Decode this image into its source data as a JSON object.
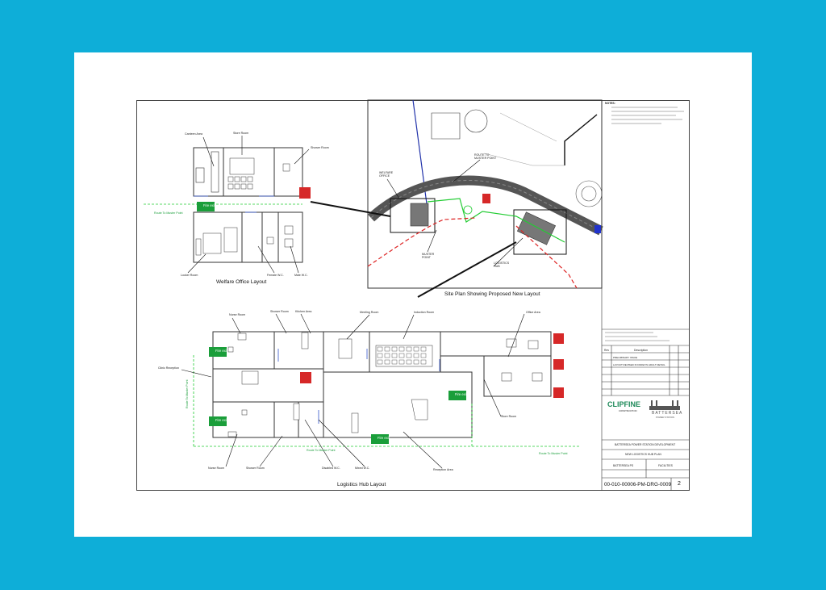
{
  "labels": {
    "canteen": "Canteen Area",
    "store_room_w": "Store Room",
    "shower_room_w": "Shower Room",
    "locker_room": "Locker Room",
    "female_wc": "Female W.C.",
    "male_wc": "Male W.C.",
    "route_muster_w": "Route To Muster Point",
    "nurse_room_top": "Nurse Room",
    "shower_room_top": "Shower Room",
    "kitchen_area": "Kitchen Area",
    "meeting_room": "Meeting Room",
    "induction_room": "Induction Room",
    "office_area": "Office Area",
    "clinic_reception": "Clinic Reception",
    "store_room_l": "Store Room",
    "nurse_room_bot": "Nurse Room",
    "shower_room_bot": "Shower Room",
    "disabled_wc": "Disabled W.C.",
    "mixed_wc": "Mixed W.C.",
    "reception_area": "Reception Area",
    "route_muster_l1": "Route To Muster Point",
    "route_muster_l2": "Route To Muster Point",
    "route_muster_l3": "Route To Muster Point",
    "welfare_office": "WELFARE OFFICE",
    "route_muster_site": "ROUTE TO MUSTER POINT",
    "muster_point": "MUSTER POINT",
    "logistics_hub": "LOGISTICS HUB",
    "fire_exit": "Fire exit"
  },
  "titles": {
    "welfare": "Welfare Office Layout",
    "site": "Site Plan Showing Proposed New Layout",
    "logistics": "Logistics Hub Layout"
  },
  "title_block": {
    "notes_heading": "NOTES:",
    "company": "CLIPFINE",
    "company_sub": "CONSTRUCTION",
    "client": "BATTERSEA",
    "client_sub": "POWER STATION",
    "project": "BATTERSEA POWER STATION DEVELOPMENT",
    "drawing_title": "NEW LOGISTICS HUB PLAN",
    "location": "BATTERSEA PS",
    "category": "FACILITIES",
    "drawing_number": "00-010-00006-PM-DRG-0009",
    "revision": "2",
    "rev_heading": "Rev",
    "desc_heading": "Description",
    "rev1_desc": "PRELIMINARY ISSUE",
    "rev2_desc": "LAYOUT REVISED IN DRAW IN ADULT DETAIL"
  },
  "colors": {
    "background": "#0eaed8",
    "route_green": "#22cc33",
    "boundary_red": "#dd2222",
    "sign_green": "#1a9e3a",
    "sign_red": "#d62828",
    "brand_teal": "#1f8a5a"
  }
}
